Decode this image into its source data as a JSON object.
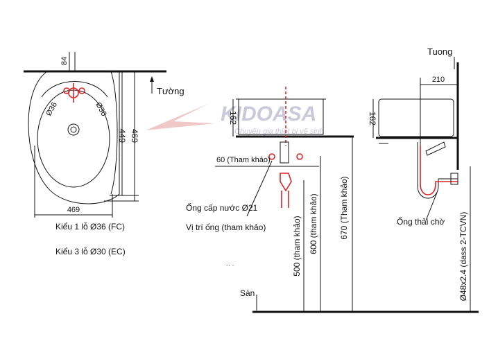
{
  "watermark": {
    "brand": "KIDOASA",
    "tagline": "Chuyên gia thiết bị vệ sinh",
    "color": "#c3c3d6",
    "accent": "#e6a0a0"
  },
  "top_view": {
    "dim_84": "84",
    "wall_label": "Tường",
    "hole_36": "Ø36",
    "hole_30": "Ø30",
    "dim_449": "449",
    "dim_469_v": "469",
    "dim_469_h": "469",
    "caption_1": "Kiểu 1 lỗ Ø36 (FC)",
    "caption_2": "Kiểu 3 lỗ Ø30 (EC)"
  },
  "front_view": {
    "dim_162": "162",
    "ref_60": "60 (Tham khảo)",
    "supply_label": "Ống cấp nước Ø21",
    "pipe_pos_label": "Vị trí ống (tham khảo)",
    "dim_500": "500 (tham khảo)",
    "dim_600": "600 (tham khảo)",
    "dim_670": "670 (Tham khảo)",
    "floor_label": "Sàn"
  },
  "side_view": {
    "wall_label": "Tuong",
    "dim_210": "210",
    "dim_162": "162",
    "drain_label": "Ống thải chờ",
    "drain_spec": "Ø48x2.4 (dass 2-TCVN)"
  },
  "colors": {
    "line": "#111111",
    "marker": "#dd2222"
  }
}
